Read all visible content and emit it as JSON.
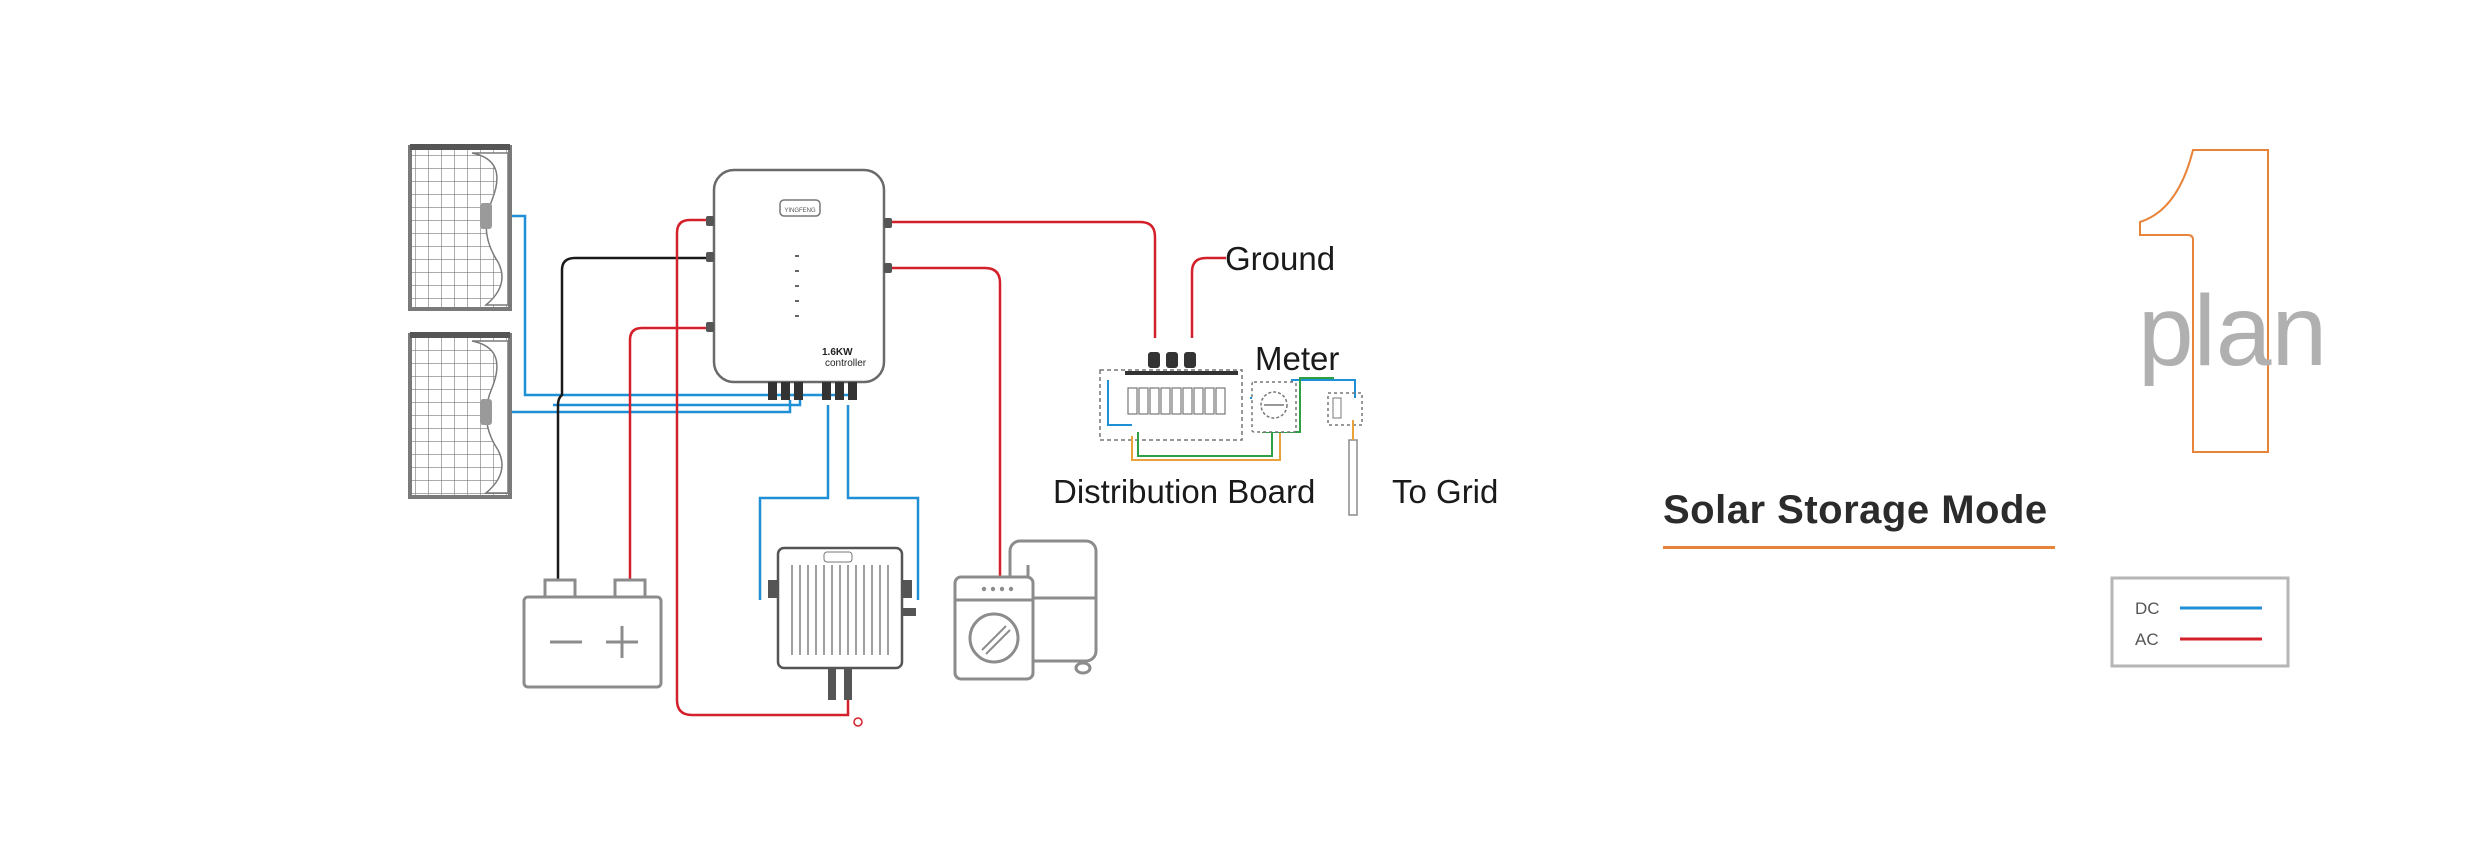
{
  "diagram": {
    "title": "Solar Storage Mode",
    "plan_word": "plan",
    "plan_number": "1",
    "labels": {
      "ground": "Ground",
      "meter": "Meter",
      "distribution_board": "Distribution Board",
      "to_grid": "To Grid"
    },
    "inverter": {
      "brand_mark": "YINGFENG",
      "model_text": "1.6KW",
      "model_subtext": "controller"
    },
    "legend": {
      "items": [
        {
          "label": "DC",
          "color": "#1f8fd6"
        },
        {
          "label": "AC",
          "color": "#d4202a"
        }
      ]
    },
    "colors": {
      "dc": "#1f8fd6",
      "ac": "#d4202a",
      "battery_wire": "#1a1a1a",
      "accent": "#e8833a",
      "equipment_outline": "#8c8c8c",
      "plan_word": "#b0b0b0"
    }
  }
}
